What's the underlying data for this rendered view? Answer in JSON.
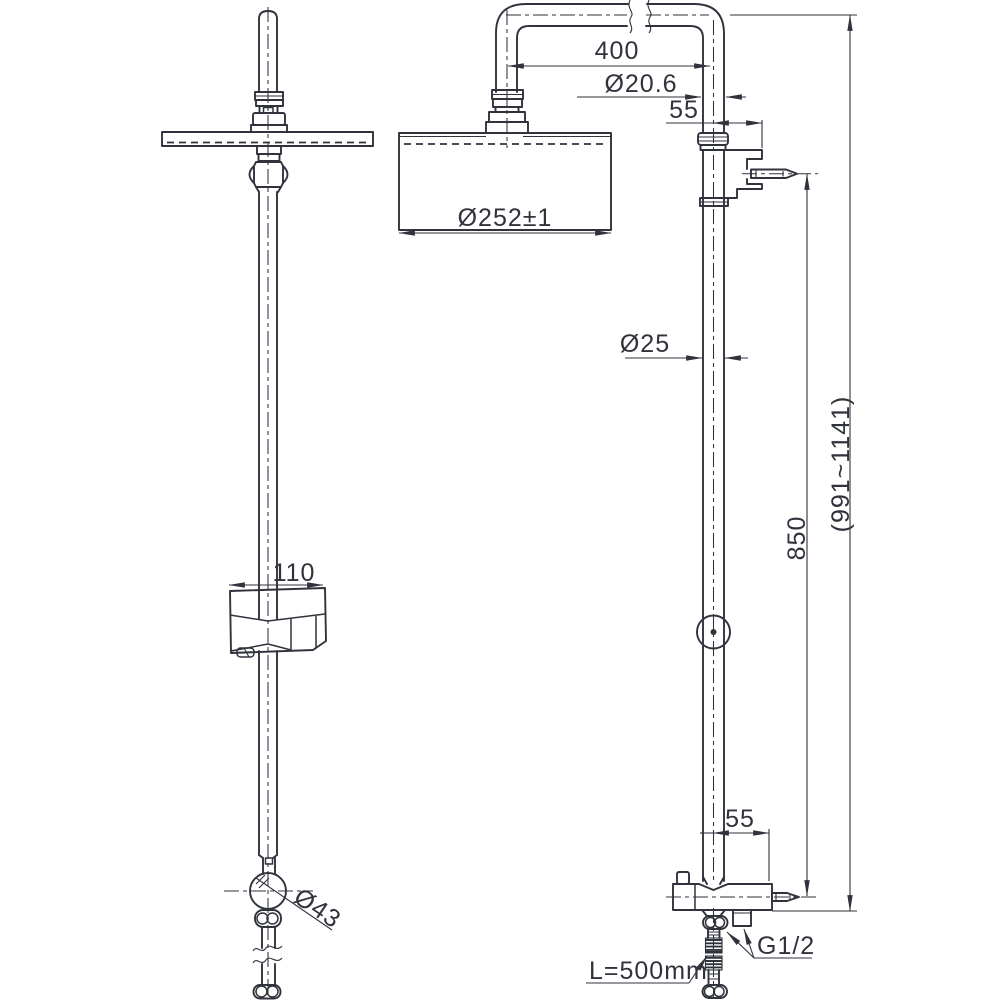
{
  "drawing": {
    "background": "#ffffff",
    "line_color": "#30323c",
    "views": {
      "left": "front-elevation",
      "right": "side-elevation"
    },
    "dimensions": {
      "arm_reach": "400",
      "arm_pipe_diameter": "Ø20.6",
      "upper_wall_offset": "55",
      "shower_head_diameter": "Ø252±1",
      "column_pipe_diameter": "Ø25",
      "column_length": "850",
      "overall_height_range": "(991~1141)",
      "slider_holder_width": "110",
      "valve_knob_diameter": "Ø43",
      "lower_wall_offset": "55",
      "connection_thread": "G1/2",
      "hose_length": "L=500mm"
    }
  }
}
